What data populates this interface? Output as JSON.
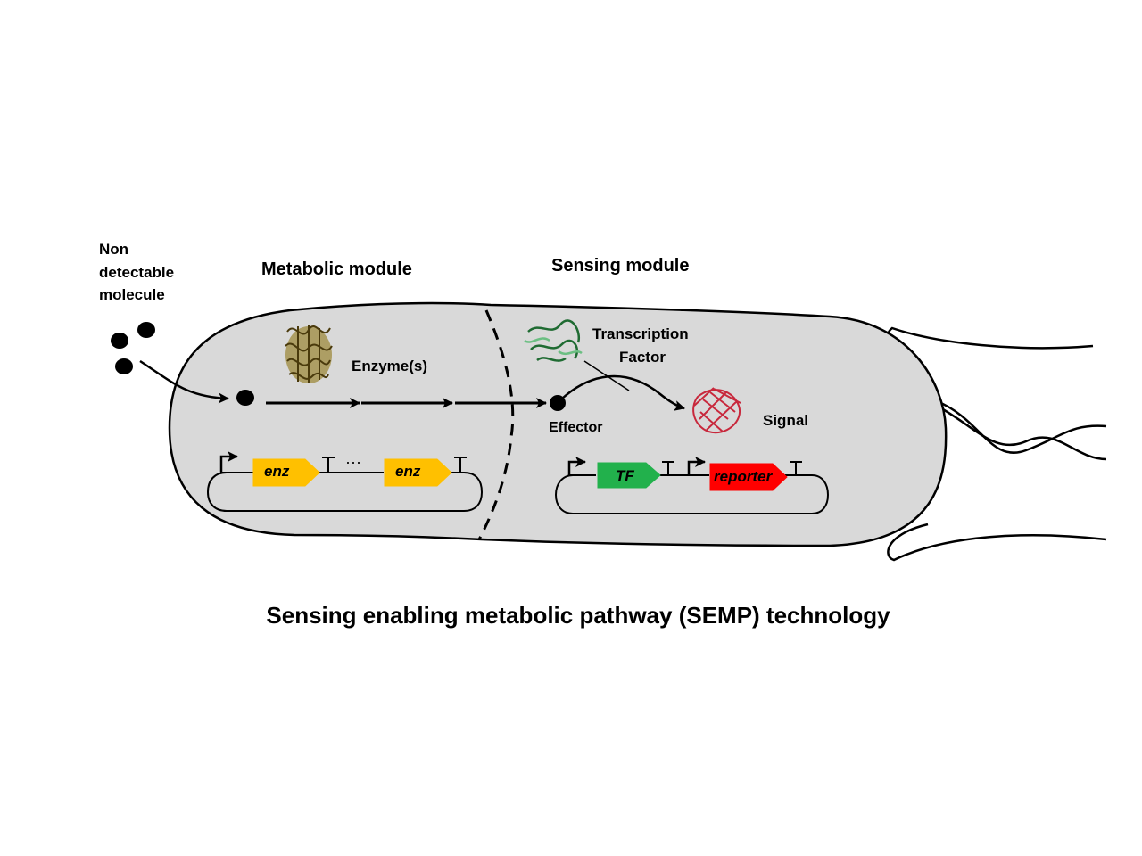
{
  "outside_molecule": {
    "label_lines": [
      "Non",
      "detectable",
      "molecule"
    ]
  },
  "metabolic_module": {
    "title": "Metabolic module",
    "enzyme_label": "Enzyme(s)",
    "gene_label": "enz",
    "gene_ellipsis": "···",
    "gene_color": "#FFC000"
  },
  "sensing_module": {
    "title": "Sensing module",
    "tf_label_lines": [
      "Transcription",
      "Factor"
    ],
    "effector_label": "Effector",
    "signal_label": "Signal",
    "tf_gene_label": "TF",
    "tf_gene_color": "#22B14C",
    "reporter_gene_label": "reporter",
    "reporter_gene_color": "#FF0000"
  },
  "cell": {
    "fill_color": "#D9D9D9"
  },
  "caption": "Sensing enabling metabolic pathway (SEMP) technology"
}
